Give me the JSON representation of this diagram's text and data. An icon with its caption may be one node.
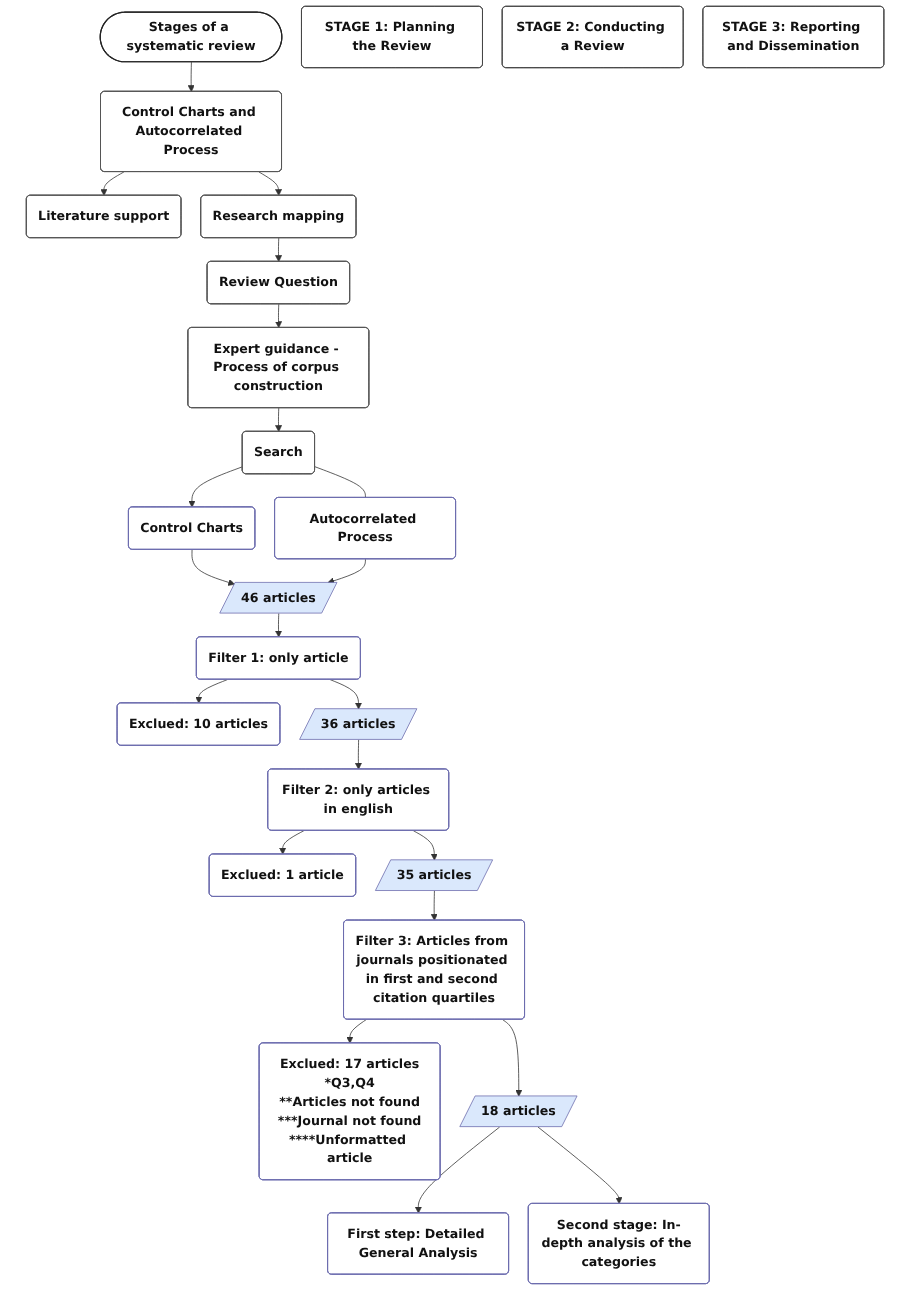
{
  "diagram": {
    "nodes": [
      {
        "text": [
          "Stages of a systematic review"
        ]
      },
      {
        "text": [
          "STAGE 1: Planning the Review"
        ]
      },
      {
        "text": [
          "Control Charts and Autocorrelated Process"
        ]
      },
      {
        "text": [
          "Literature support"
        ]
      },
      {
        "text": [
          "Research mapping"
        ]
      },
      {
        "text": [
          "Review Question"
        ]
      },
      {
        "text": [
          "Expert guidance - Process of corpus construction"
        ]
      },
      {
        "text": [
          "STAGE 2: Conducting a Review"
        ]
      },
      {
        "text": [
          "Search"
        ]
      },
      {
        "text": [
          "Control Charts"
        ]
      },
      {
        "text": [
          "Autocorrelated Process"
        ]
      },
      {
        "text": [
          "46 articles"
        ]
      },
      {
        "text": [
          "Filter 1: only article"
        ]
      },
      {
        "text": [
          "Exclued: 10 articles"
        ]
      },
      {
        "text": [
          "36 articles"
        ]
      },
      {
        "text": [
          "Filter 2: only articles in english"
        ]
      },
      {
        "text": [
          "Exclued: 1 article"
        ]
      },
      {
        "text": [
          "35 articles"
        ]
      },
      {
        "text": [
          "Filter 3: Articles from journals positionated in first and second citation quartiles"
        ]
      },
      {
        "text": [
          "Exclued: 17 articles",
          "*Q3,Q4",
          "**Articles not found",
          "***Journal not found",
          "****Unformatted article"
        ]
      },
      {
        "text": [
          "STAGE 3: Reporting and Dissemination"
        ]
      },
      {
        "text": [
          "18 articles"
        ]
      },
      {
        "text": [
          "First step: Detailed General Analysis"
        ]
      },
      {
        "text": [
          "Second stage: In-depth analysis of the categories"
        ]
      }
    ],
    "edges": [
      {
        "from": 0,
        "to": 2,
        "arrow": "to"
      },
      {
        "from": 2,
        "to": 3,
        "arrow": "to"
      },
      {
        "from": 2,
        "to": 4,
        "arrow": "to"
      },
      {
        "from": 4,
        "to": 5,
        "arrow": "to"
      },
      {
        "from": 5,
        "to": 6,
        "arrow": "to"
      },
      {
        "from": 6,
        "to": 8,
        "arrow": "to"
      },
      {
        "from": 8,
        "to": 9,
        "arrow": "to"
      },
      {
        "from": 8,
        "to": 10,
        "arrow": "none"
      },
      {
        "from": 9,
        "to": 11,
        "arrow": "to"
      },
      {
        "from": 10,
        "to": 11,
        "arrow": "to"
      },
      {
        "from": 11,
        "to": 12,
        "arrow": "to"
      },
      {
        "from": 12,
        "to": 13,
        "arrow": "to"
      },
      {
        "from": 12,
        "to": 14,
        "arrow": "to"
      },
      {
        "from": 14,
        "to": 15,
        "arrow": "to"
      },
      {
        "from": 15,
        "to": 16,
        "arrow": "to"
      },
      {
        "from": 15,
        "to": 17,
        "arrow": "to"
      },
      {
        "from": 17,
        "to": 18,
        "arrow": "to"
      },
      {
        "from": 18,
        "to": 19,
        "arrow": "to"
      },
      {
        "from": 18,
        "to": 21,
        "arrow": "to"
      },
      {
        "from": 21,
        "to": 22,
        "arrow": "to"
      },
      {
        "from": 21,
        "to": 23,
        "arrow": "to"
      }
    ]
  }
}
